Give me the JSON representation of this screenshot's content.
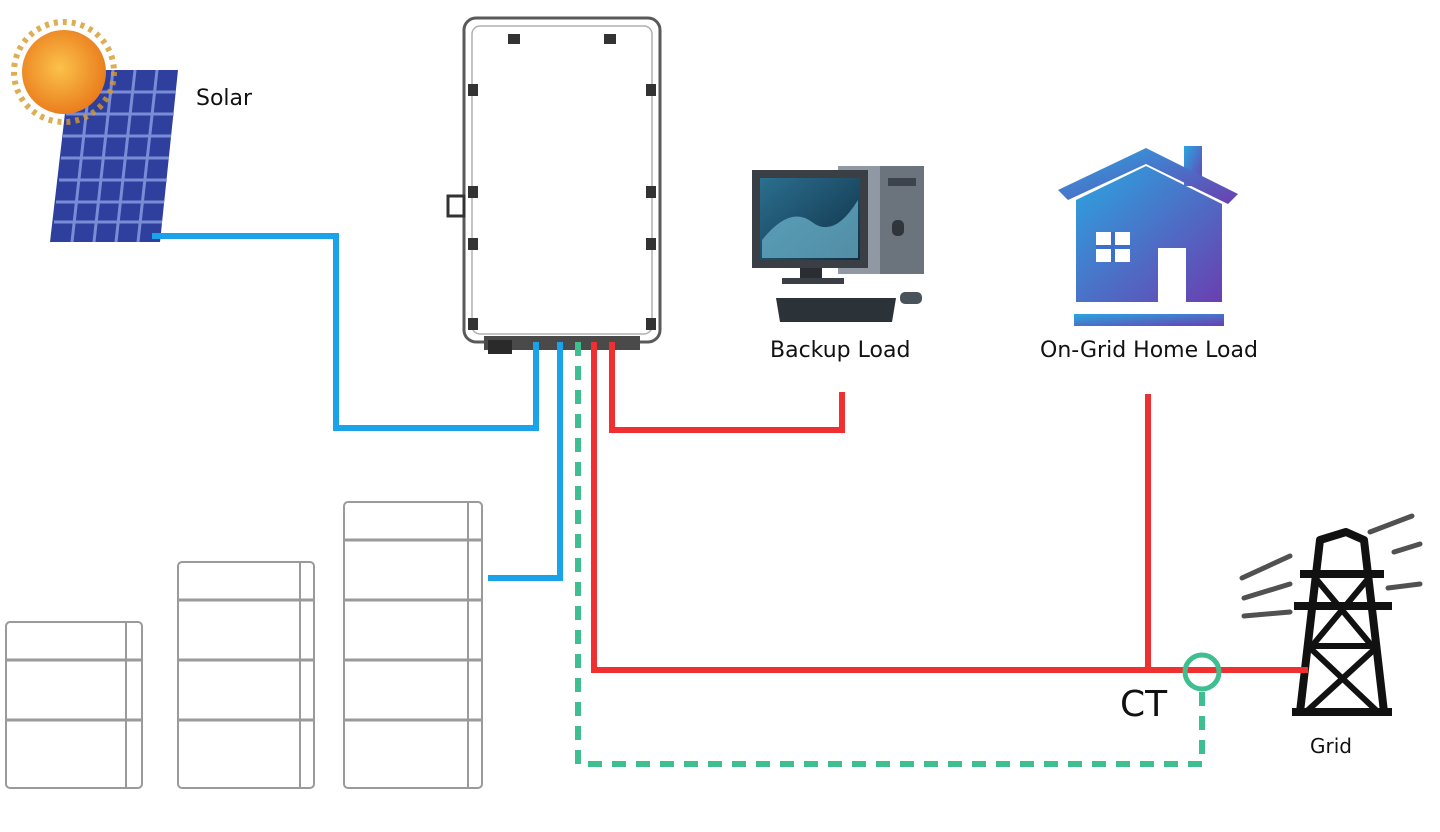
{
  "labels": {
    "solar": "Solar",
    "backup_load": "Backup Load",
    "home_load": "On-Grid Home Load",
    "grid": "Grid",
    "ct": "CT"
  },
  "colors": {
    "dc_line": "#1aa3e8",
    "ac_line": "#f03030",
    "ct_line": "#3fbf8f",
    "outline": "#8a8a8a",
    "panel": "#2e3f9e",
    "sun": "#f39a1b",
    "house_start": "#2aa6e0",
    "house_end": "#6a3fb0"
  },
  "battery_stacks": [
    {
      "modules": 3
    },
    {
      "modules": 4
    },
    {
      "modules": 5
    }
  ]
}
